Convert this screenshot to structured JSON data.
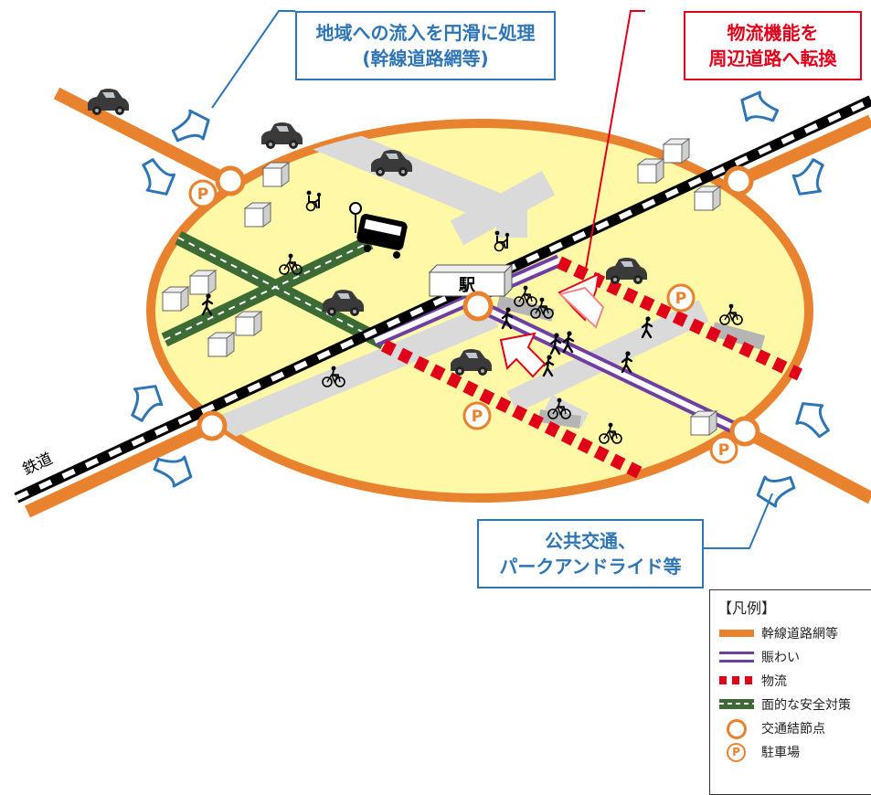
{
  "callouts": {
    "inflow": {
      "line1": "地域への流入を円滑に処理",
      "line2": "(幹線道路網等)"
    },
    "logistics": {
      "line1": "物流機能を",
      "line2": "周辺道路へ転換"
    },
    "transit": {
      "line1": "公共交通、",
      "line2": "パークアンドライド等"
    }
  },
  "map_labels": {
    "station": "駅",
    "railway": "鉄道",
    "parking_mark": "P"
  },
  "legend": {
    "title": "【凡例】",
    "items": [
      {
        "symbol": "orange-line",
        "label": "幹線道路網等"
      },
      {
        "symbol": "purple-double-line",
        "label": "賑わい"
      },
      {
        "symbol": "red-dashed-line",
        "label": "物流"
      },
      {
        "symbol": "green-dashed-road",
        "label": "面的な安全対策"
      },
      {
        "symbol": "orange-circle",
        "label": "交通結節点"
      },
      {
        "symbol": "parking-circle",
        "label": "駐車場"
      }
    ]
  },
  "colors": {
    "arterial": "#e8822f",
    "district_fill": "#fff8a6",
    "vitality": "#6f3ea2",
    "logistics": "#e0001a",
    "safety": "#3d6b35",
    "callout_blue": "#2e75b6",
    "callout_red": "#e0001a"
  }
}
